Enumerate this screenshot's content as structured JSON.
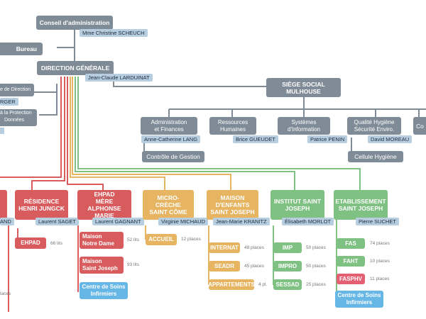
{
  "top": {
    "conseil": "Conseil d'administration",
    "conseil_person": "Mme Christine SCHEUCH",
    "bureau": "Bureau",
    "direction": "DIRECTION GÉNÉRALE",
    "direction_person": "Jean-Claude LARDUINAT",
    "side1": "e de Direction",
    "side1_person": "RGER",
    "side2a": "à la Protection",
    "side2b": "Données"
  },
  "siege": {
    "title": "SIÈGE SOCIAL\nMULHOUSE",
    "services": [
      {
        "label": "Administration\net Finances",
        "person": "Anne-Catherine LANG"
      },
      {
        "label": "Ressources\nHumaines",
        "person": "Brice GUEUDET"
      },
      {
        "label": "Systèmes\nd'Information",
        "person": "Patrice PENIN"
      },
      {
        "label": "Qualité Hygiène\nSécurité Enviro.",
        "person": "David MOREAU"
      },
      {
        "label": "Co",
        "person": ""
      }
    ],
    "controle": "Contrôle de Gestion",
    "cellule": "Cellule Hygiène"
  },
  "establishments": {
    "partial_left": {
      "person": "AND",
      "places": "laces"
    },
    "jungck": {
      "title": "RÉSIDENCE\nHENRI JUNGCK",
      "person": "Laurent SAGET",
      "ehpad": "EHPAD",
      "ehpad_places": "66 lits"
    },
    "marie": {
      "title": "EHPAD\nMÈRE ALPHONSE\nMARIE",
      "person": "Laurent GAGNANT",
      "notre_dame": "Maison\nNotre Dame",
      "notre_dame_places": "52 lits",
      "saint_joseph": "Maison\nSaint Joseph",
      "saint_joseph_places": "93 lits",
      "soins": "Centre de Soins\nInfirmiers"
    },
    "creche": {
      "title": "MICRO-CRÈCHE\nSAINT CÔME",
      "person": "Virginie MICHAUD",
      "accueil": "ACCUEIL",
      "accueil_places": "12 places"
    },
    "enfants": {
      "title": "MAISON\nD'ENFANTS\nSAINT JOSEPH",
      "person": "Jean-Marie KRANITZ",
      "internat": "INTERNAT",
      "internat_places": "48 places",
      "seadr": "SEADR",
      "seadr_places": "45 places",
      "appart": "APPARTEMENTS",
      "appart_places": "4 pl."
    },
    "institut": {
      "title": "INSTITUT SAINT\nJOSEPH",
      "person": "Élisabeth MORLOT",
      "imp": "IMP",
      "imp_places": "50 places",
      "impro": "IMPRO",
      "impro_places": "50 places",
      "sessad": "SESSAD",
      "sessad_places": "25 places"
    },
    "etablissement": {
      "title": "ETABLISSEMENT\nSAINT JOSEPH",
      "person": "Pierre SUCHET",
      "fas": "FAS",
      "fas_places": "74 places",
      "faht": "FAHT",
      "faht_places": "10 places",
      "fasphv": "FASPHV",
      "fasphv_places": "11 places",
      "soins": "Centre de Soins\nInfirmiers"
    }
  },
  "colors": {
    "gray": "#7f8c97",
    "red": "#d85b5e",
    "orange": "#e7b462",
    "green": "#7fc183",
    "blue": "#66b6e6",
    "tag": "#b7cde0"
  }
}
